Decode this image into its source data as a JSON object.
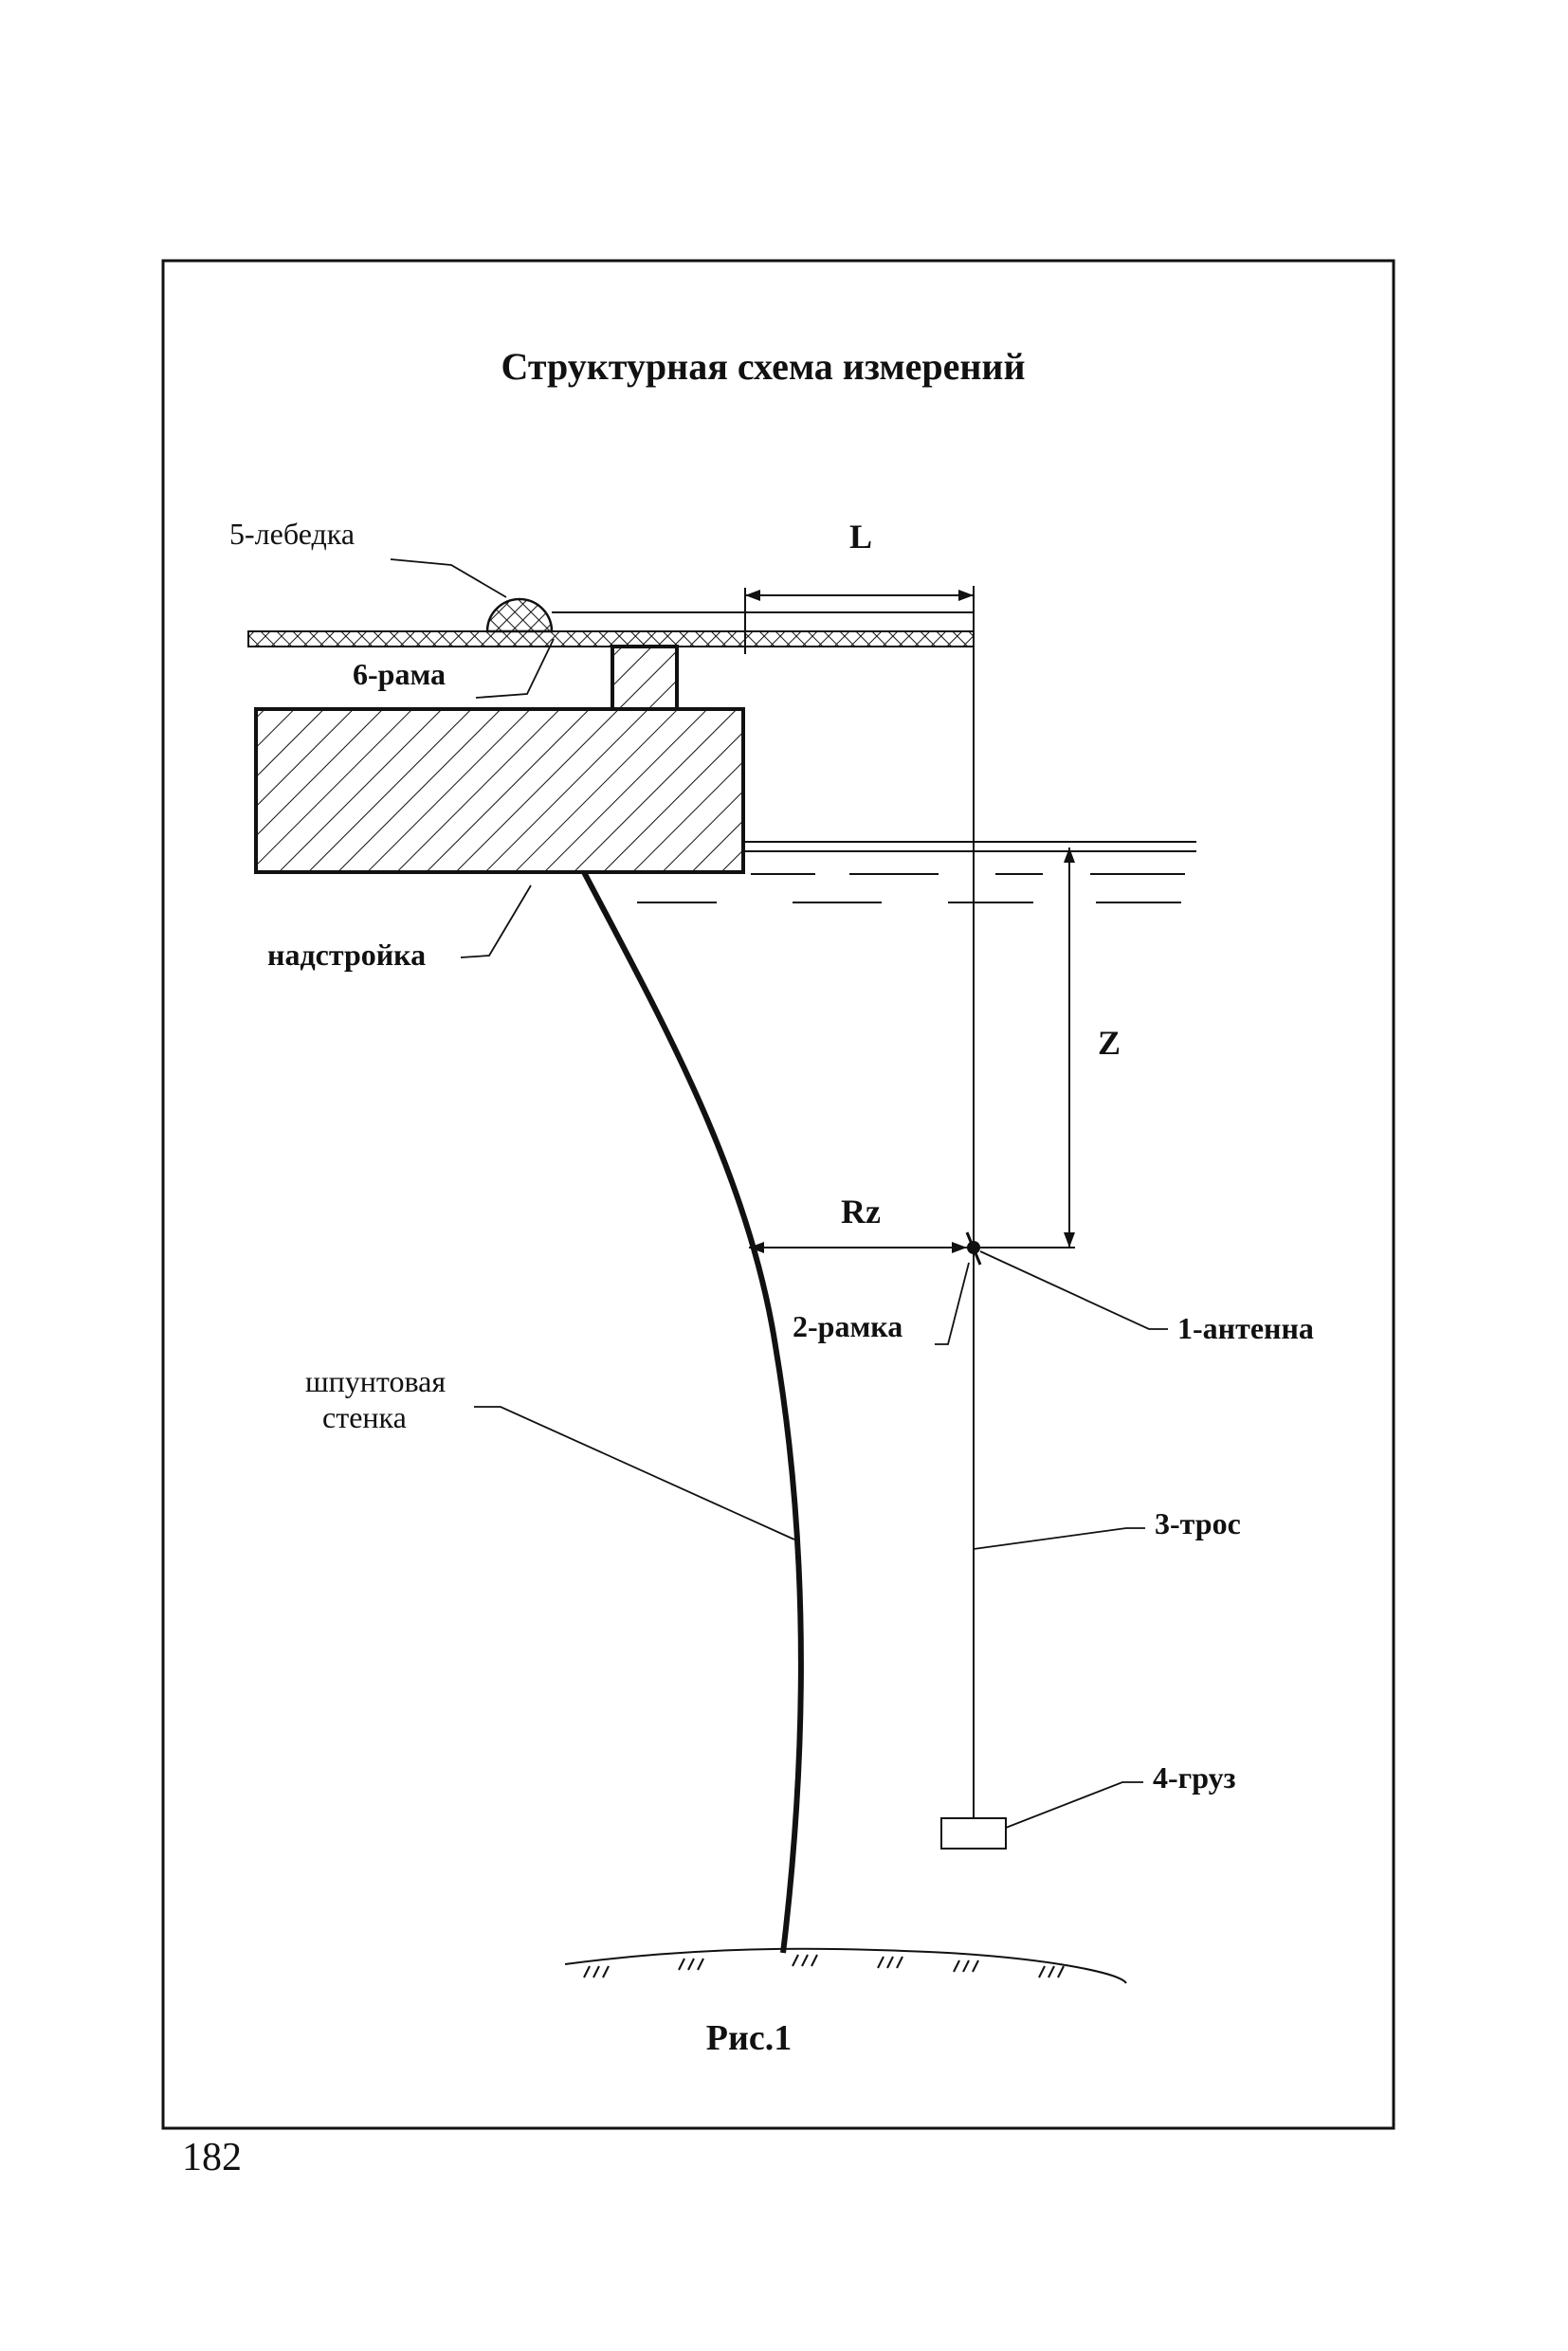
{
  "figure": {
    "title": "Структурная схема измерений",
    "caption": "Рис.1"
  },
  "labels": {
    "winch": "5-лебедка",
    "frame": "6-рама",
    "superstructure": "надстройка",
    "sheet_wall_line1": "шпунтовая",
    "sheet_wall_line2": "стенка",
    "loop": "2-рамка",
    "antenna": "1-антенна",
    "cable": "3-трос",
    "weight": "4-груз"
  },
  "dimensions": {
    "L": "L",
    "Z": "Z",
    "Rz": "Rz"
  },
  "page_number": "182",
  "colors": {
    "ink": "#111111",
    "paper": "#ffffff"
  }
}
